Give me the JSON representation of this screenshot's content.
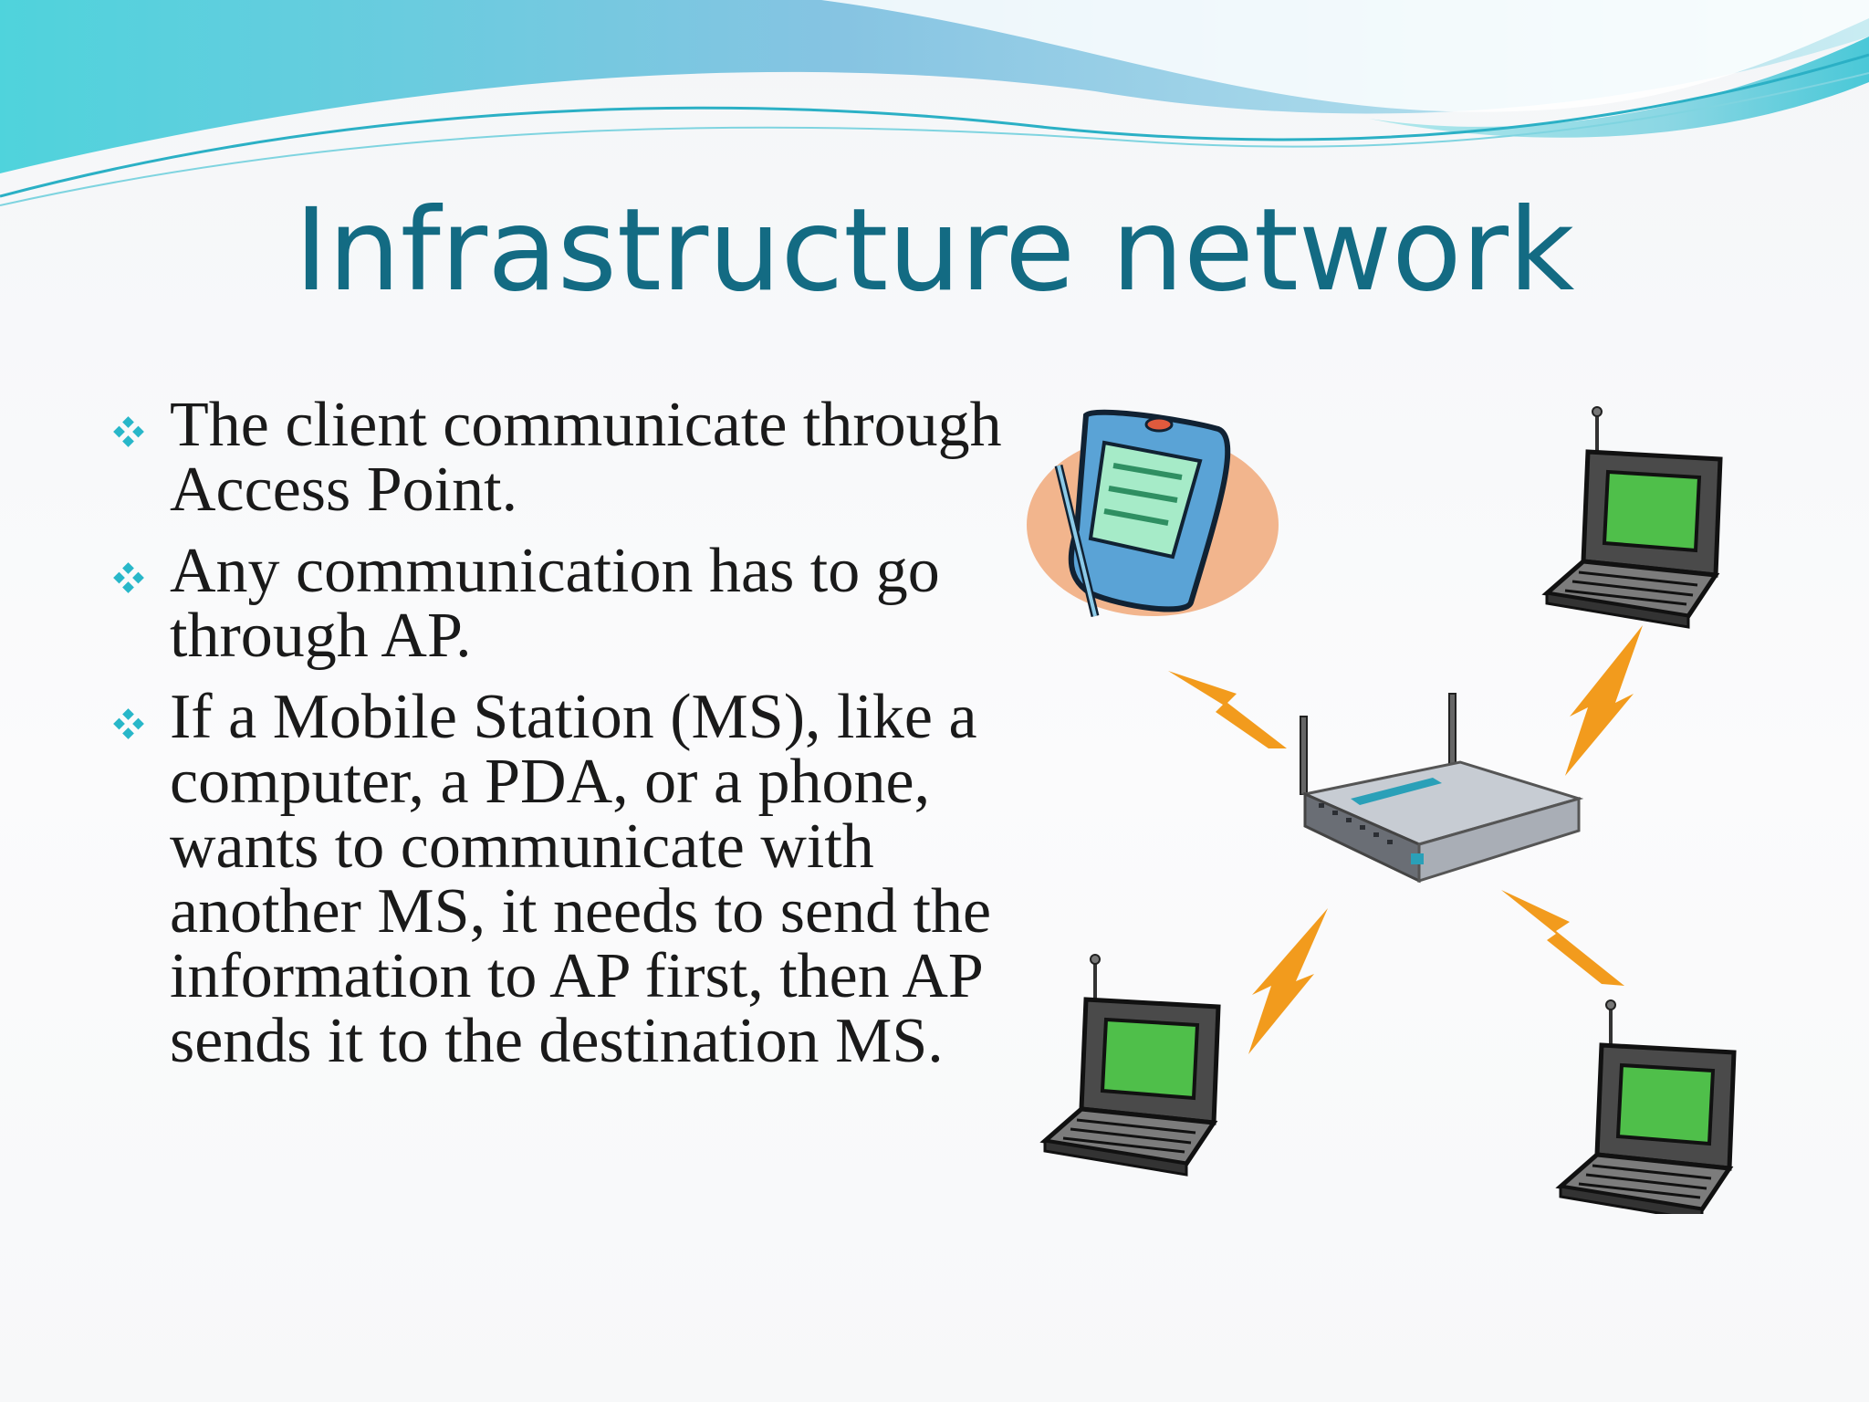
{
  "slide": {
    "title": "Infrastructure network",
    "bullets": [
      {
        "text": "The client communicate through Access Point."
      },
      {
        "text": "Any communication has to go through AP."
      },
      {
        "text": "If a Mobile Station (MS), like a computer, a PDA, or a phone, wants to communicate with another MS, it needs to send the information to AP first, then AP sends it to the destination MS."
      }
    ],
    "diagram": {
      "devices": [
        {
          "kind": "pda-icon"
        },
        {
          "kind": "laptop-icon"
        },
        {
          "kind": "laptop-icon"
        },
        {
          "kind": "laptop-icon"
        },
        {
          "kind": "access-point-icon"
        }
      ],
      "signal_color": "#f29b1d"
    },
    "colors": {
      "title": "#136b83",
      "bullet_marker": "#28b7c9",
      "wave_teal": "#5fd1dc",
      "wave_blue": "#86c3e0"
    }
  }
}
